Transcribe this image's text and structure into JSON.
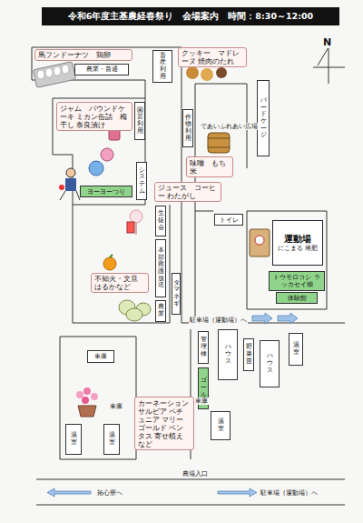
{
  "diagram": {
    "title": "令和6年度主基農経春祭り　会場案内　時間：8:30～12:00",
    "nodes": [
      {
        "text": [
          "馬フンドーナツ　鶏卵"
        ]
      },
      {
        "text": [
          "農業・普通"
        ]
      },
      {
        "text": [
          "畜産利用"
        ]
      },
      {
        "text": [
          "クッキー　マドレーヌ 焼肉のたれ"
        ]
      },
      {
        "text": [
          "ジャム　パウンドケーキ ミカン缶詰　梅干し 奈良漬け"
        ]
      },
      {
        "text": [
          "園芸利用"
        ]
      },
      {
        "text": [
          "作物利用"
        ]
      },
      {
        "text": [
          "バードケージ"
        ]
      },
      {
        "text": [
          "味噌　もち米"
        ]
      },
      {
        "text": [
          "システム"
        ]
      },
      {
        "text": [
          "ヨーヨーつり"
        ]
      },
      {
        "text": [
          "ジュース　コーヒー わたがし"
        ]
      },
      {
        "text": [
          "生徒会"
        ]
      },
      {
        "text": [
          "本部救護放送"
        ]
      },
      {
        "text": [
          "トイレ"
        ]
      },
      {
        "text": [
          "運動場",
          "にこまる 堆肥"
        ]
      },
      {
        "text": [
          "農業"
        ]
      },
      {
        "text": [
          "不知火・文旦 はるかなど"
        ]
      },
      {
        "text": [
          "トウモロコシ ラッカセイ畑"
        ]
      },
      {
        "text": [
          "体験館"
        ]
      },
      {
        "text": [
          "タマネギ"
        ]
      },
      {
        "text": [
          "管理棟"
        ]
      },
      {
        "text": [
          "ハウス"
        ]
      },
      {
        "text": [
          "野菜苗"
        ]
      },
      {
        "text": [
          "ハウス"
        ]
      },
      {
        "text": [
          "温室"
        ]
      },
      {
        "text": [
          "ゴール"
        ]
      },
      {
        "text": [
          "車庫"
        ]
      },
      {
        "text": [
          "カーネーション サルビア ペチュニア マリーゴールド ベンタス 寄せ植えなど"
        ]
      },
      {
        "text": [
          "温室"
        ]
      },
      {
        "text": [
          "温室"
        ]
      },
      {
        "text": [
          "温室"
        ]
      }
    ],
    "labels": [
      "N",
      "であいふれあい広場",
      "駐車場（運動場）へ",
      "車庫",
      "車庫",
      "農場入口",
      "拓心寮へ",
      "駐車場（運動場）へ"
    ]
  }
}
